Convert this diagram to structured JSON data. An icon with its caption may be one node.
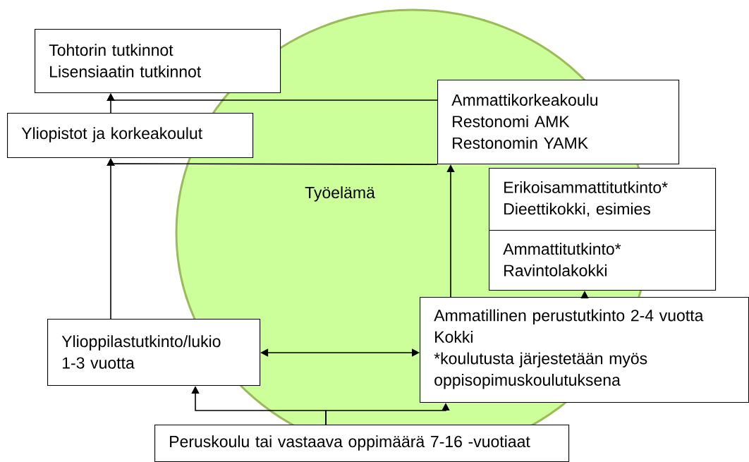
{
  "diagram": {
    "nodes": [
      {
        "text": [
          "Tohtorin tutkinnot",
          "Lisensiaatin tutkinnot"
        ]
      },
      {
        "text": [
          "Yliopistot ja korkeakoulut"
        ]
      },
      {
        "text": [
          "Ammattikorkeakoulu",
          "Restonomi AMK",
          "Restonomin YAMK"
        ]
      },
      {
        "text": [
          "Erikoisammattitutkinto*",
          "Dieettikokki, esimies"
        ]
      },
      {
        "text": [
          "Ammattitutkinto*",
          "Ravintolakokki"
        ]
      },
      {
        "text": [
          "Ylioppilastutkinto/lukio",
          "1-3 vuotta"
        ]
      },
      {
        "text": [
          "Ammatillinen perustutkinto 2-4 vuotta",
          "Kokki",
          "*koulutusta järjestetään myös oppisopimuskoulutuksena"
        ]
      },
      {
        "text": [
          "Peruskoulu tai vastaava oppimäärä 7-16 -vuotiaat"
        ]
      }
    ],
    "edges": [
      {
        "from": 1,
        "to": 0,
        "arrow": "to"
      },
      {
        "from": 2,
        "to": 0,
        "arrow": "to"
      },
      {
        "from": 5,
        "to": 1,
        "arrow": "to"
      },
      {
        "from": 2,
        "to": 1,
        "arrow": "to"
      },
      {
        "from": 6,
        "to": 2,
        "arrow": "to"
      },
      {
        "from": 6,
        "to": 4,
        "arrow": "to"
      },
      {
        "from": 5,
        "to": 6,
        "arrow": "both"
      },
      {
        "from": 7,
        "to": 5,
        "arrow": "to"
      },
      {
        "from": 7,
        "to": 6,
        "arrow": "to"
      }
    ],
    "labels": [
      "Työelämä"
    ]
  }
}
